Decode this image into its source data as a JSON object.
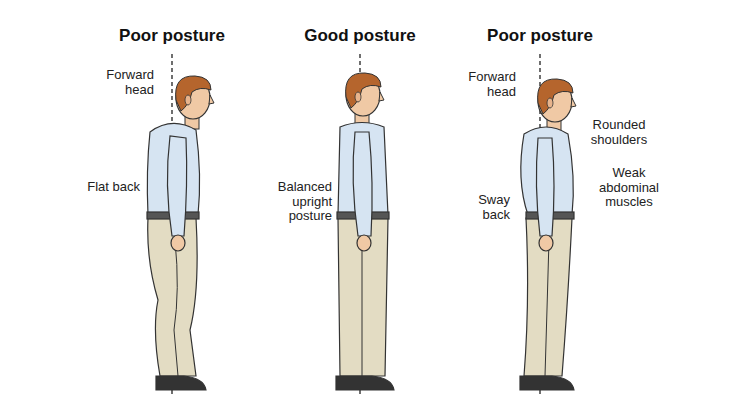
{
  "diagram": {
    "labels": [
      "Poor posture",
      "Good posture",
      "Poor posture",
      "Forward head",
      "Flat back",
      "Balanced upright posture",
      "Forward head",
      "Rounded shoulders",
      "Sway back",
      "Weak abdominal muscles"
    ]
  }
}
